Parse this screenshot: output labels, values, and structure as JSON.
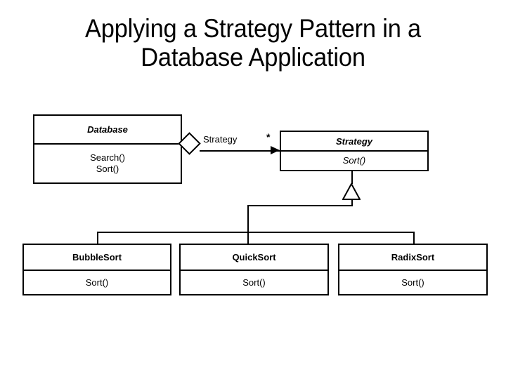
{
  "slide": {
    "title": "Applying a Strategy Pattern in a\nDatabase Application",
    "background_color": "#ffffff",
    "stroke_color": "#000000"
  },
  "diagram": {
    "type": "uml-class-diagram",
    "classes": [
      {
        "id": "database",
        "name": "Database",
        "name_style": "bold-italic",
        "operations": "Search()\nSort()",
        "operations_style": "regular"
      },
      {
        "id": "strategy",
        "name": "Strategy",
        "name_style": "bold-italic",
        "operations": "Sort()",
        "operations_style": "italic"
      },
      {
        "id": "bubblesort",
        "name": "BubbleSort",
        "name_style": "bold",
        "operations": "Sort()",
        "operations_style": "regular"
      },
      {
        "id": "quicksort",
        "name": "QuickSort",
        "name_style": "bold",
        "operations": "Sort()",
        "operations_style": "regular"
      },
      {
        "id": "radixsort",
        "name": "RadixSort",
        "name_style": "bold",
        "operations": "Sort()",
        "operations_style": "regular"
      }
    ],
    "association": {
      "from": "database",
      "to": "strategy",
      "kind": "aggregation",
      "role_label": "Strategy",
      "multiplicity": "*"
    },
    "generalization": {
      "parent": "strategy",
      "children": [
        "bubblesort",
        "quicksort",
        "radixsort"
      ]
    }
  }
}
